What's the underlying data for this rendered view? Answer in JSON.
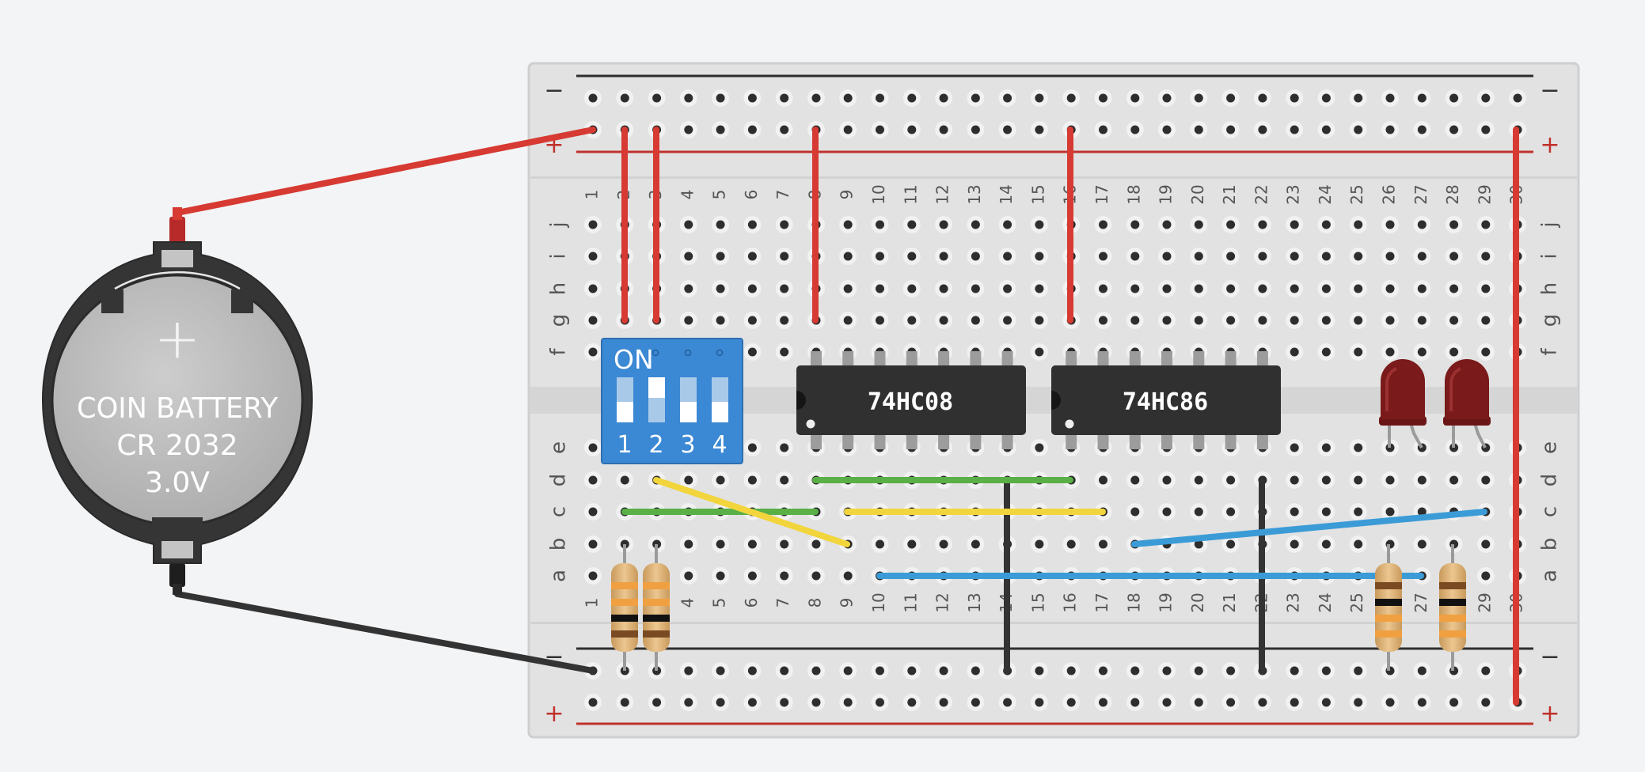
{
  "battery": {
    "plus_symbol": "+",
    "line1": "COIN BATTERY",
    "line2": "CR 2032",
    "line3": "3.0V"
  },
  "breadboard": {
    "columns": [
      "1",
      "2",
      "3",
      "4",
      "5",
      "6",
      "7",
      "8",
      "9",
      "10",
      "11",
      "12",
      "13",
      "14",
      "15",
      "16",
      "17",
      "18",
      "19",
      "20",
      "21",
      "22",
      "23",
      "24",
      "25",
      "26",
      "27",
      "28",
      "29",
      "30"
    ],
    "top_rows": [
      "j",
      "i",
      "h",
      "g",
      "f"
    ],
    "bottom_rows": [
      "e",
      "d",
      "c",
      "b",
      "a"
    ],
    "rail_minus": "−",
    "rail_plus": "+"
  },
  "dip_switch": {
    "on_label": "ON",
    "switch_numbers": [
      "1",
      "2",
      "3",
      "4"
    ]
  },
  "chips": [
    {
      "part_number": "74HC08"
    },
    {
      "part_number": "74HC86"
    }
  ],
  "colors": {
    "wire_red": "#d63a32",
    "wire_black": "#333333",
    "wire_green": "#5aaf46",
    "wire_yellow": "#f2d53c",
    "wire_blue": "#3b9bd6",
    "dip_blue": "#3b88d4",
    "chip_body": "#303030",
    "led_red": "#7a1a1a",
    "board": "#e4e4e4"
  }
}
